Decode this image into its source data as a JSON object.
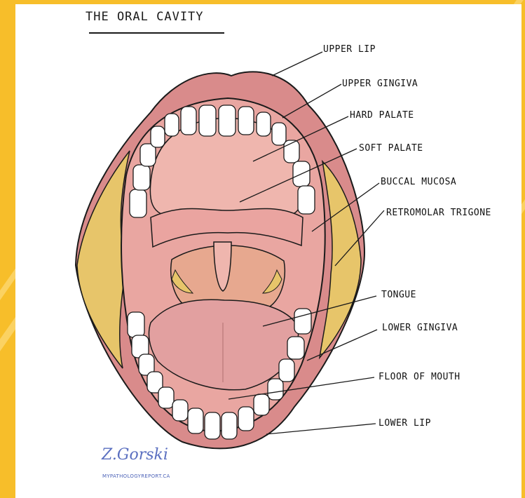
{
  "title": "THE ORAL CAVITY",
  "labels": [
    {
      "id": "upper-lip",
      "text": "UPPER LIP"
    },
    {
      "id": "upper-gingiva",
      "text": "UPPER GINGIVA"
    },
    {
      "id": "hard-palate",
      "text": "HARD PALATE"
    },
    {
      "id": "soft-palate",
      "text": "SOFT PALATE"
    },
    {
      "id": "buccal-mucosa",
      "text": "BUCCAL MUCOSA"
    },
    {
      "id": "retromolar-trigone",
      "text": "RETROMOLAR TRIGONE"
    },
    {
      "id": "tongue",
      "text": "TONGUE"
    },
    {
      "id": "lower-gingiva",
      "text": "LOWER GINGIVA"
    },
    {
      "id": "floor-of-mouth",
      "text": "FLOOR OF MOUTH"
    },
    {
      "id": "lower-lip",
      "text": "LOWER LIP"
    }
  ],
  "signature": "Z.Gorski",
  "signature_url": "MYPATHOLOGYREPORT.CA",
  "colors": {
    "background": "#f7be2a",
    "lip": "#d98b8b",
    "mucosa": "#e9a6a1",
    "palate": "#efb6ae",
    "teeth": "#ffffff",
    "fat": "#e7c56a",
    "outline": "#1a1a1a"
  }
}
